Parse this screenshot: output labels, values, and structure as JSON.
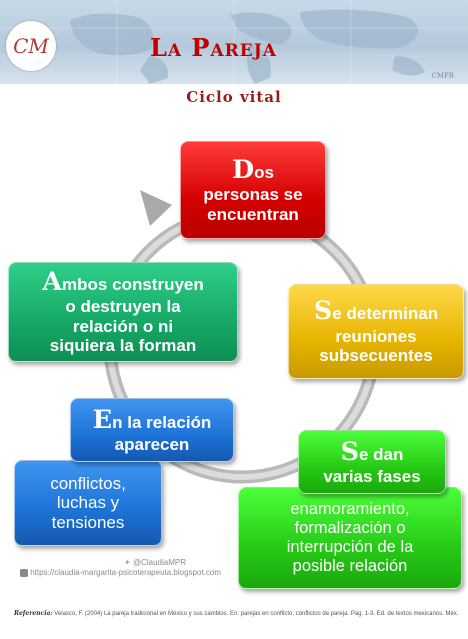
{
  "header": {
    "logo_text": "CM",
    "title": "La Pareja",
    "watermark": "CMPR",
    "subtitle": "Ciclo vital"
  },
  "cycle": {
    "step1": {
      "initial": "D",
      "rest_line1": "os",
      "line2": "personas se",
      "line3": "encuentran"
    },
    "step2": {
      "initial": "S",
      "rest_line1": "e determinan",
      "line2": "reuniones",
      "line3": "subsecuentes"
    },
    "step3": {
      "initial": "S",
      "rest_line1": "e dan",
      "line2": "varias fases"
    },
    "step3_detail": {
      "line1": "enamoramiento,",
      "line2": "formalización o",
      "line3": "interrupción de la",
      "line4": "posible relación"
    },
    "step4": {
      "initial": "E",
      "rest_line1": "n la relación",
      "line2": "aparecen"
    },
    "step4_detail": {
      "line1": "conflictos,",
      "line2": "luchas y",
      "line3": "tensiones"
    },
    "step5": {
      "initial": "A",
      "rest_line1": "mbos construyen",
      "line2": "o destruyen la",
      "line3": "relación o ni",
      "line4": "siquiera la forman"
    }
  },
  "footer": {
    "twitter": "@ClaudiaMPR",
    "blog": "https://claudia-margarita-psicoterapeuta.blogspot.com",
    "ref_label": "Referencia:",
    "ref_text": "Velasco, F. (2004) La pareja tradicional en México y sus cambios. En: parejas en conflicto, conflictos de pareja. Pág. 1-3. Ed. de textos mexicanos. Méx."
  },
  "colors": {
    "red": "#d40000",
    "gold": "#e6b400",
    "green": "#26c915",
    "teal": "#16a866",
    "blue": "#1d72d6",
    "title": "#c00000"
  }
}
